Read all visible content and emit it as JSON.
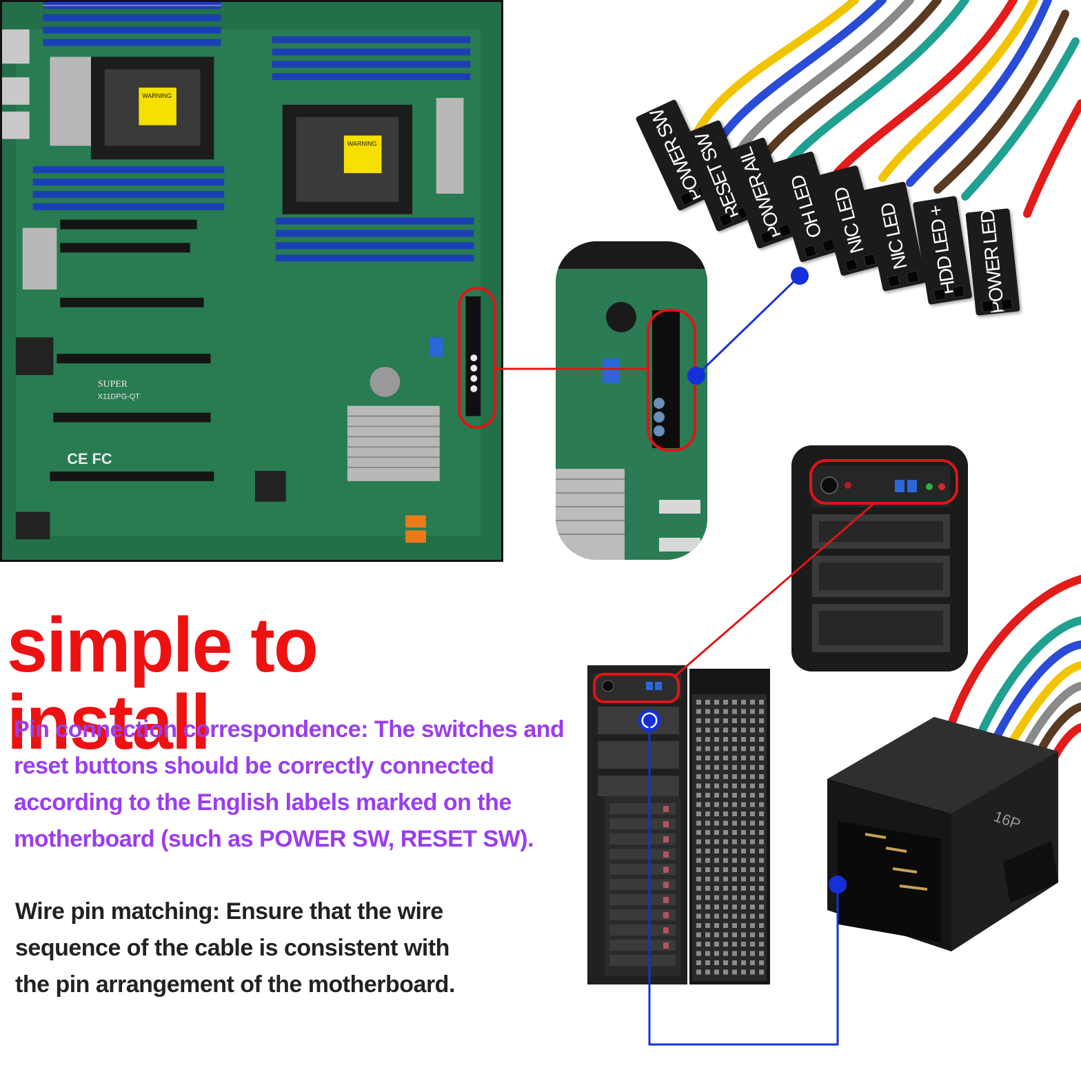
{
  "headline": "simple to install",
  "pin_connection": {
    "lines": [
      "Pin connection correspondence: The switches and",
      " reset buttons should be correctly connected",
      "according to the English labels marked on the",
      "motherboard (such as POWER SW, RESET SW)."
    ]
  },
  "wire_matching": {
    "lines": [
      "Wire pin matching: Ensure that the wire",
      "sequence of the cable is consistent with",
      "the pin arrangement of the motherboard."
    ]
  },
  "connectors": [
    "POWER SW",
    "RESET SW",
    "POWER AIL",
    "OH LED",
    "NIC LED",
    "NIC LED",
    "HDD LED +",
    "POWER LED"
  ],
  "board": {
    "brand": "SUPER",
    "model": "X11DPG-QT",
    "warning": "WARNING",
    "certs": "CE FC"
  },
  "header_label": "16P",
  "colors": {
    "headline": "#ee1111",
    "pin_text": "#9a3df0",
    "body_text": "#222222",
    "highlight": "#e01515",
    "pointer": "#1530d8",
    "board_green": "#1d6b48"
  }
}
